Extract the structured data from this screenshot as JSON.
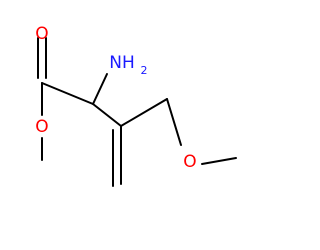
{
  "molecule": {
    "atoms": {
      "amino_group": {
        "label": "NH",
        "subscript": "2",
        "color": "#1a1aff"
      },
      "carbonyl_oxygen": {
        "label": "O",
        "color": "#ff0000"
      },
      "ester_oxygen": {
        "label": "O",
        "color": "#ff0000"
      },
      "ether_oxygen": {
        "label": "O",
        "color": "#ff0000"
      }
    },
    "bond_color": "#000000"
  }
}
